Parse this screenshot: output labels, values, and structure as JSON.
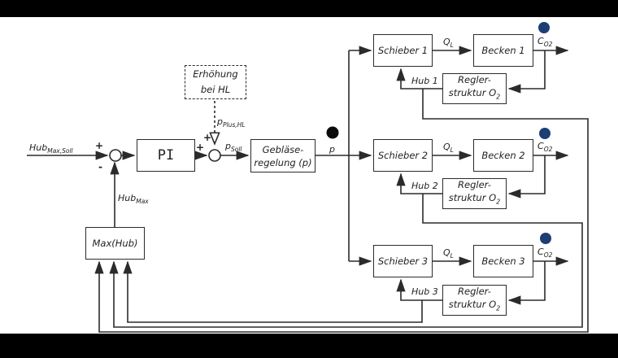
{
  "colors": {
    "line": "#2b2b2b",
    "sensor_dot": "#1c3e74",
    "pressure_dot": "#0a0a0a"
  },
  "controller": {
    "setpoint": {
      "main": "Hub",
      "sub": "Max,Soll"
    },
    "sum1_plus": "+",
    "sum1_minus": "-",
    "pi_label": "PI",
    "sum2_plus_pi": "+",
    "sum2_plus_hl": "+",
    "feedback": {
      "main": "Hub",
      "sub": "Max"
    },
    "increase_box": {
      "line1": "Erhöhung",
      "line2": "bei HL"
    },
    "p_plus_hl": {
      "main": "p",
      "sub": "Plus,HL"
    },
    "p_soll": {
      "main": "p",
      "sub": "Soll"
    },
    "blower_box": {
      "line1": "Gebläse-",
      "line2": "regelung (p)"
    },
    "p_measure": "p",
    "max_hub_label": "Max(Hub)"
  },
  "chains": [
    {
      "schieber": "Schieber 1",
      "ql": {
        "main": "Q",
        "sub": "L"
      },
      "becken": "Becken 1",
      "co2": {
        "main": "C",
        "sub": "O2"
      },
      "hub": "Hub 1",
      "regler": {
        "line1": "Regler-",
        "line2_main": "struktur O",
        "line2_sub": "2"
      }
    },
    {
      "schieber": "Schieber 2",
      "ql": {
        "main": "Q",
        "sub": "L"
      },
      "becken": "Becken 2",
      "co2": {
        "main": "C",
        "sub": "O2"
      },
      "hub": "Hub 2",
      "regler": {
        "line1": "Regler-",
        "line2_main": "struktur O",
        "line2_sub": "2"
      }
    },
    {
      "schieber": "Schieber 3",
      "ql": {
        "main": "Q",
        "sub": "L"
      },
      "becken": "Becken 3",
      "co2": {
        "main": "C",
        "sub": "O2"
      },
      "hub": "Hub 3",
      "regler": {
        "line1": "Regler-",
        "line2_main": "struktur O",
        "line2_sub": "2"
      }
    }
  ]
}
